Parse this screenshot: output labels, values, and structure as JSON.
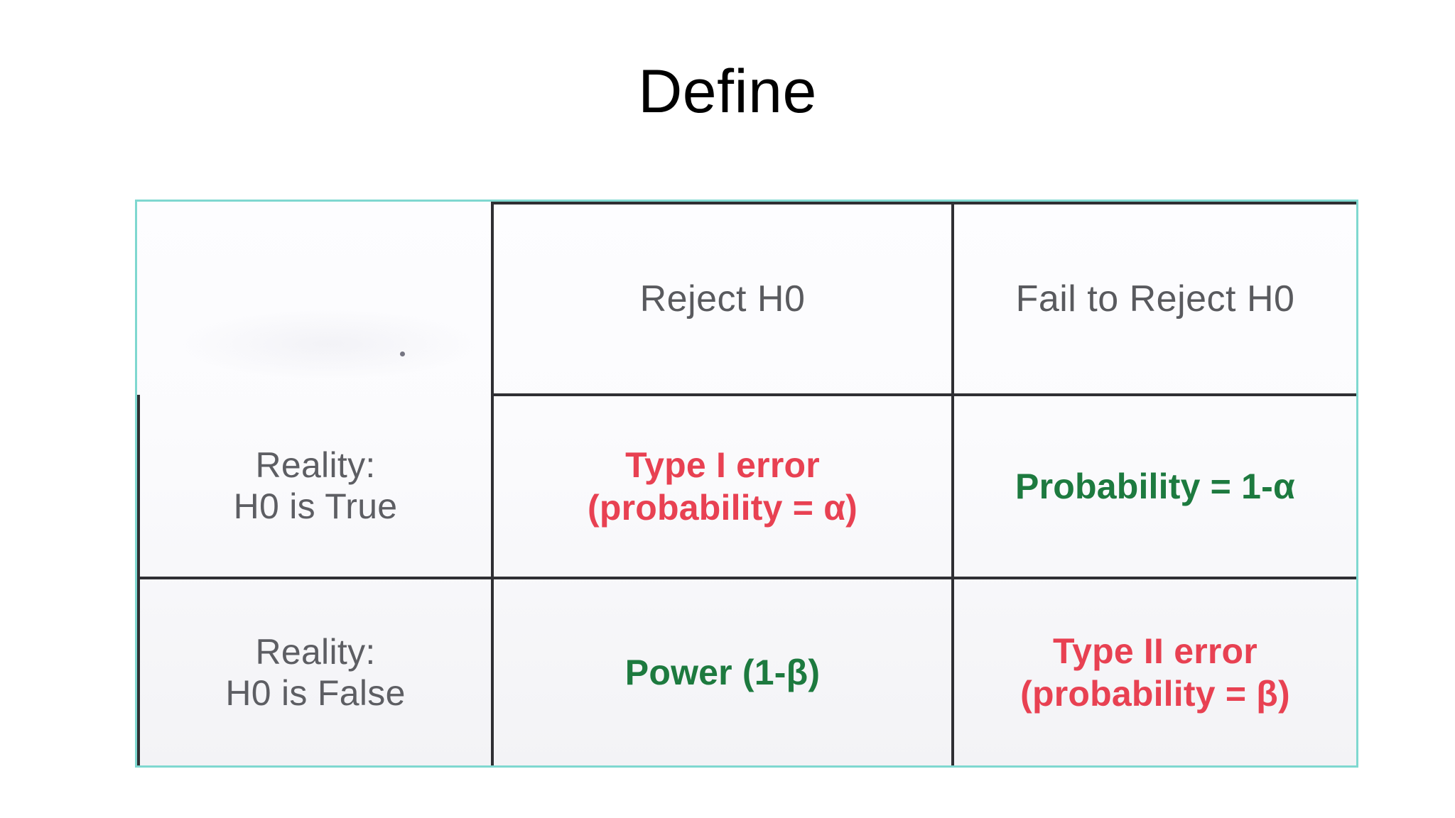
{
  "slide": {
    "title": "Define",
    "background_color": "#ffffff"
  },
  "picture": {
    "frame_border_color": "#7fd8d0",
    "table_border_color": "#2f2f33",
    "error_color": "#e84152",
    "success_color": "#1d7a3f",
    "label_color": "#5d5e63",
    "header_color": "#595a5e"
  },
  "table": {
    "corner_label": "",
    "column_headers": [
      "Reject H0",
      "Fail to Reject H0"
    ],
    "rows": [
      {
        "label_line1": "Reality:",
        "label_line2": "H0 is True",
        "cells": [
          {
            "line1": "Type I error",
            "line2": "(probability = α)",
            "kind": "error"
          },
          {
            "line1": "Probability = 1-α",
            "line2": "",
            "kind": "success"
          }
        ]
      },
      {
        "label_line1": "Reality:",
        "label_line2": "H0 is False",
        "cells": [
          {
            "line1": "Power (1-β)",
            "line2": "",
            "kind": "success"
          },
          {
            "line1": "Type II error",
            "line2": "(probability = β)",
            "kind": "error"
          }
        ]
      }
    ]
  }
}
